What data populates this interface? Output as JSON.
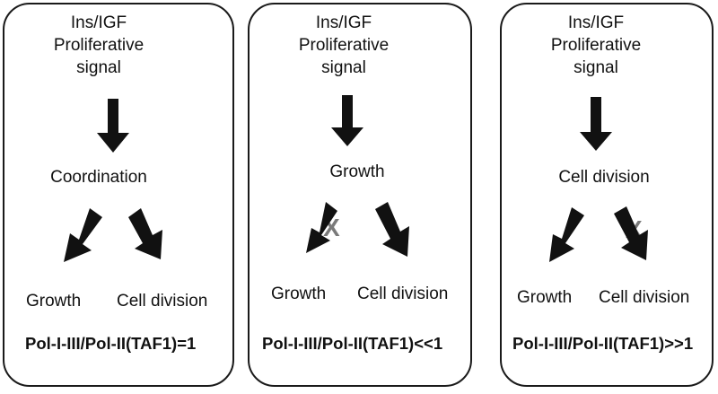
{
  "panels": [
    {
      "signal": [
        "Ins/IGF",
        "Proliferative",
        "signal"
      ],
      "middle": "Coordination",
      "left_outcome": "Growth",
      "right_outcome": "Cell division",
      "ratio": "Pol-I-III/Pol-II(TAF1)=1",
      "blocked": ""
    },
    {
      "signal": [
        "Ins/IGF",
        "Proliferative",
        "signal"
      ],
      "middle": "Growth",
      "left_outcome": "Growth",
      "right_outcome": "Cell division",
      "ratio": "Pol-I-III/Pol-II(TAF1)<<1",
      "blocked": "X"
    },
    {
      "signal": [
        "Ins/IGF",
        "Proliferative",
        "signal"
      ],
      "middle": "Cell division",
      "left_outcome": "Growth",
      "right_outcome": "Cell division",
      "ratio": "Pol-I-III/Pol-II(TAF1)>>1",
      "blocked": "X"
    }
  ],
  "colors": {
    "arrow": "#111111",
    "blocked_mark": "#7a7a7a",
    "border": "#1a1a1a"
  }
}
